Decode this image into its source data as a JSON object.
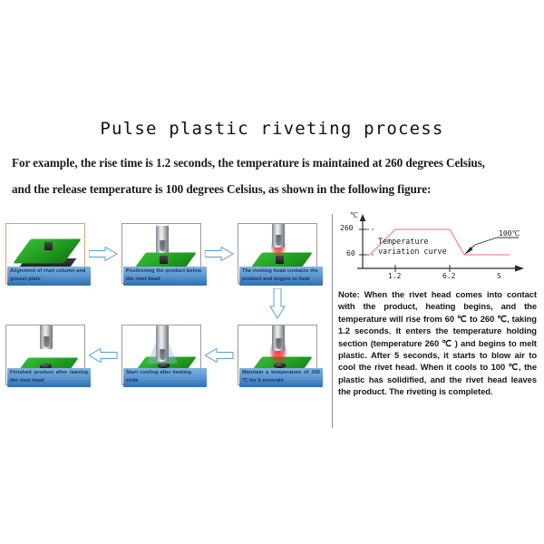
{
  "page": {
    "title": "Pulse plastic riveting process",
    "intro_line1": "For example, the rise time is 1.2 seconds, the temperature is maintained at 260 degrees Celsius,",
    "intro_line2": "and the release temperature is 100 degrees Celsius, as shown in the following figure:"
  },
  "flow": {
    "steps": [
      {
        "id": "step-1",
        "caption": "Alignment of rivet column and gusset plate"
      },
      {
        "id": "step-2",
        "caption": "Positioning the product below the rivet head"
      },
      {
        "id": "step-3",
        "caption": "The riveting head contacts the product and begins to heat"
      },
      {
        "id": "step-4",
        "caption": "Maintain a temperature of 260 ℃ for 5 seconds"
      },
      {
        "id": "step-5",
        "caption": "Start cooling after heating ends"
      },
      {
        "id": "step-6",
        "caption": "Finished product after leaving the rivet head"
      }
    ],
    "arrows": [
      {
        "id": "arrow-1-2",
        "direction": "right"
      },
      {
        "id": "arrow-2-3",
        "direction": "right"
      },
      {
        "id": "arrow-3-4",
        "direction": "down"
      },
      {
        "id": "arrow-4-5",
        "direction": "left"
      },
      {
        "id": "arrow-5-6",
        "direction": "left"
      }
    ]
  },
  "chart_data": {
    "type": "line",
    "title": "Temperature variation curve",
    "xlabel": "S",
    "ylabel": "℃",
    "x": [
      0,
      1.2,
      6.2,
      7.4,
      11
    ],
    "y": [
      60,
      260,
      260,
      100,
      100
    ],
    "xtick_labels": [
      "1.2",
      "6.2",
      "S"
    ],
    "ytick_labels": [
      "260",
      "60"
    ],
    "ylim": [
      0,
      300
    ],
    "xlim": [
      0,
      11
    ],
    "grid": false,
    "legend": "none",
    "annotations": [
      {
        "id": "curve-label",
        "text": "Temperature variation curve"
      },
      {
        "id": "release-temp-callout",
        "text": "100℃"
      }
    ],
    "series_color": "#f2a0a8",
    "axis_color": "#2b2b2b"
  },
  "note": {
    "text": "Note: When the rivet head comes into contact with the product, heating begins, and the temperature will rise from 60 ℃ to 260 ℃, taking 1.2 seconds. It enters the temperature holding section (temperature 260 ℃ ) and begins to melt plastic. After 5 seconds, it starts to blow air to cool the rivet head. When it cools to 100 ℃, the plastic has solidified, and the rivet head leaves the product. The riveting is completed."
  },
  "colors": {
    "board_green": "#22a022",
    "board_base": "#2b2b2b",
    "caption_blue": "#5f9ad4",
    "arrow_blue": "#5b9bd5",
    "curve_pink": "#f2a0a8",
    "heat_red": "#ee2a2a",
    "divider_gray": "#8d8d8d"
  }
}
